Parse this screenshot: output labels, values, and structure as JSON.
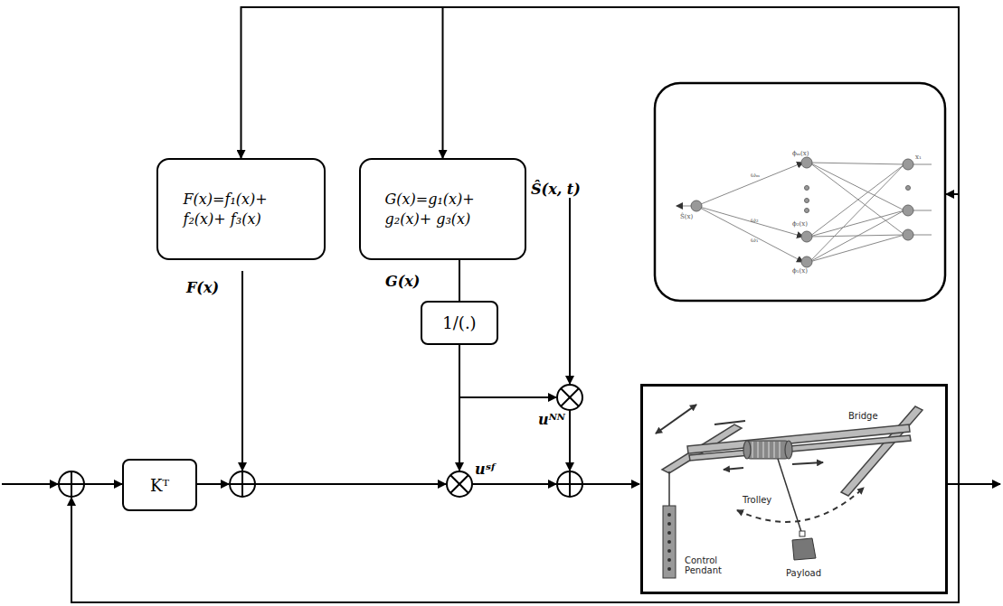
{
  "diagram": {
    "nodes": [
      {
        "text": [
          "F(x)=f₁(x)+ f₂(x)+ f₃(x)"
        ]
      },
      {
        "text": [
          "G(x)=g₁(x)+ g₂(x)+ g₃(x)"
        ]
      },
      {
        "text": [
          "1/(.)"
        ]
      },
      {
        "text": [
          "Kᵀ"
        ]
      },
      {
        "text": [
          "Bridge",
          "Trolley",
          "Control Pendant",
          "Payload"
        ]
      }
    ],
    "edges": [
      {
        "from": 4,
        "to": 0,
        "arrow": "to"
      },
      {
        "from": 4,
        "to": 1,
        "arrow": "to"
      },
      {
        "from": 1,
        "to": 2,
        "arrow": "none"
      }
    ],
    "labels": [
      "F(x)",
      "G(x)",
      "Ŝ(x, t)",
      "uᴺᴺ",
      "uˢᶠ",
      "ϕₘ(x)",
      "ϕ₂(x)",
      "ϕ₁(x)",
      "ωₘ",
      "ω₂",
      "ω₁",
      "Ŝ(x)",
      "x₁"
    ]
  }
}
